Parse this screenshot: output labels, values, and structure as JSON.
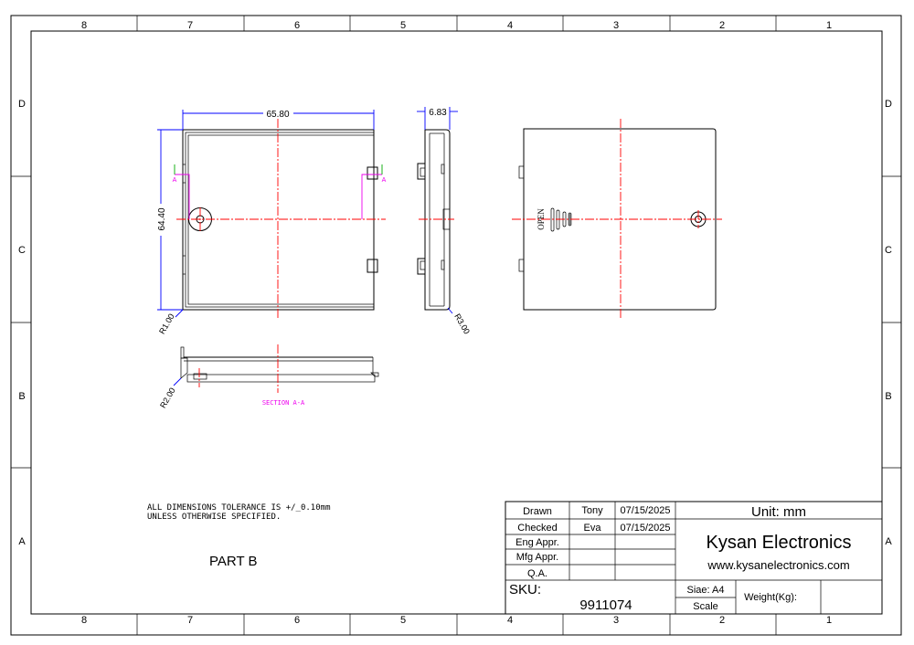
{
  "border": {
    "columns": [
      "8",
      "7",
      "6",
      "5",
      "4",
      "3",
      "2",
      "1"
    ],
    "rows": [
      "D",
      "C",
      "B",
      "A"
    ]
  },
  "views": {
    "width_dim": "65.80",
    "height_dim": "64.40",
    "corner_radius_front": "R1.00",
    "thickness_dim": "6.83",
    "corner_radius_side": "R3.00",
    "corner_radius_section": "R2.00",
    "section_marker": "A",
    "section_label": "SECTION A-A",
    "open_label": "OPEN"
  },
  "notes": {
    "line1": "ALL DIMENSIONS TOLERANCE IS +/_0.10mm",
    "line2": "UNLESS OTHERWISE SPECIFIED.",
    "part": "PART B"
  },
  "title_block": {
    "rows": [
      {
        "label": "Drawn",
        "name": "Tony",
        "date": "07/15/2025"
      },
      {
        "label": "Checked",
        "name": "Eva",
        "date": "07/15/2025"
      },
      {
        "label": "Eng Appr.",
        "name": "",
        "date": ""
      },
      {
        "label": "Mfg Appr.",
        "name": "",
        "date": ""
      },
      {
        "label": "Q.A.",
        "name": "",
        "date": ""
      }
    ],
    "unit": "Unit: mm",
    "company": "Kysan Electronics",
    "website": "www.kysanelectronics.com",
    "sku_label": "SKU:",
    "sku": "9911074",
    "size": "Siae: A4",
    "scale": "Scale",
    "weight": "Weight(Kg):"
  }
}
